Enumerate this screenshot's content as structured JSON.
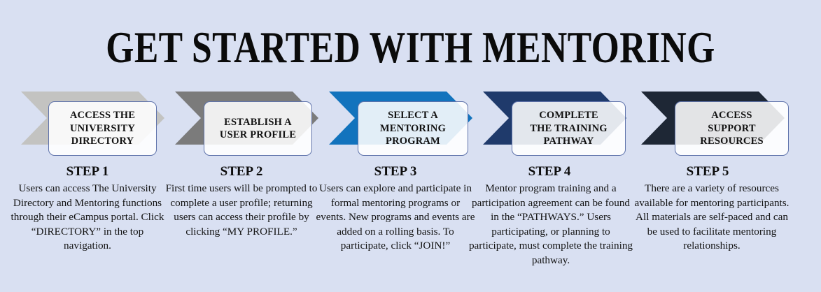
{
  "title": "GET STARTED WITH MENTORING",
  "background_color": "#d9e0f2",
  "card": {
    "border_color": "#5f73ab",
    "fill_color": "#ffffff"
  },
  "steps": [
    {
      "banner_label": "ACCESS THE\nUNIVERSITY\nDIRECTORY",
      "banner_color": "#c3c3c1",
      "step_heading": "STEP 1",
      "step_body": "Users can access The University Directory and Mentoring functions through their eCampus portal. Click “DIRECTORY” in the top navigation."
    },
    {
      "banner_label": "ESTABLISH A\nUSER PROFILE",
      "banner_color": "#7b7b7b",
      "step_heading": "STEP 2",
      "step_body": "First time users will be prompted to complete a user profile; returning users can access their profile by clicking “MY PROFILE.”"
    },
    {
      "banner_label": "SELECT A\nMENTORING\nPROGRAM",
      "banner_color": "#1273bd",
      "step_heading": "STEP 3",
      "step_body": "Users can explore and participate in formal mentoring programs or events. New programs and events are added on a rolling basis. To participate, click “JOIN!”"
    },
    {
      "banner_label": "COMPLETE\nTHE TRAINING\nPATHWAY",
      "banner_color": "#1f3a6b",
      "step_heading": "STEP 4",
      "step_body": "Mentor program training and  a participation agreement can be found in the “PATHWAYS.” Users participating, or planning to participate, must complete the training pathway."
    },
    {
      "banner_label": "ACCESS\nSUPPORT\nRESOURCES",
      "banner_color": "#1e2735",
      "step_heading": "STEP 5",
      "step_body": "There are a variety of resources available for mentoring participants. All materials are self-paced and can be used to facilitate mentoring relationships."
    }
  ]
}
